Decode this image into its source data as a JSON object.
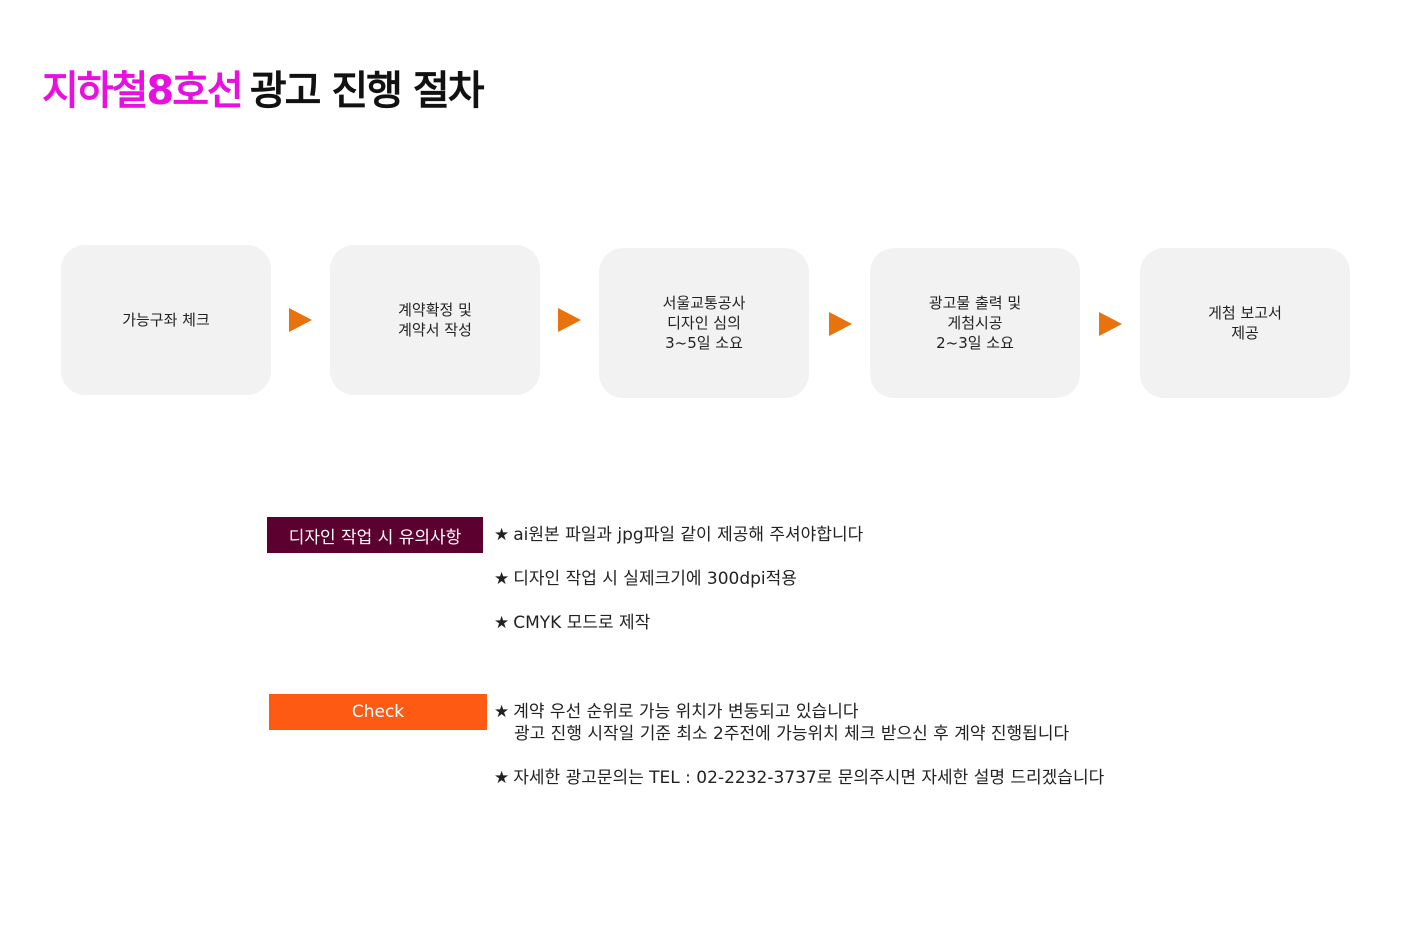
{
  "title": {
    "accent": "지하철8호선",
    "rest": "광고 진행 절차"
  },
  "colors": {
    "accent": "#e80fe0",
    "arrow": "#e8720c",
    "design_tag": "#5c0030",
    "check_tag": "#ff5a14",
    "step_bg": "#f2f2f2"
  },
  "steps": [
    {
      "label": "가능구좌 체크"
    },
    {
      "label": "계약확정 및\n계약서 작성"
    },
    {
      "label": "서울교통공사\n 디자인 심의\n3~5일 소요"
    },
    {
      "label": "광고물 출력 및\n게첨시공\n2~3일 소요"
    },
    {
      "label": "게첨 보고서\n제공"
    }
  ],
  "design_section": {
    "tag": "디자인 작업 시 유의사항",
    "notes": [
      {
        "star": "★",
        "text": "ai원본 파일과 jpg파일 같이 제공해 주셔야합니다"
      },
      {
        "star": "★",
        "text": "디자인 작업 시 실제크기에 300dpi적용"
      },
      {
        "star": "★",
        "text": "CMYK 모드로 제작"
      }
    ]
  },
  "check_section": {
    "tag": "Check",
    "notes": [
      {
        "star": "★",
        "text": "계약 우선 순위로 가능 위치가 변동되고 있습니다",
        "line2": "광고 진행 시작일 기준 최소 2주전에 가능위치 체크 받으신 후 계약 진행됩니다"
      },
      {
        "star": "★",
        "text": "자세한 광고문의는 TEL : 02-2232-3737로 문의주시면 자세한 설명 드리겠습니다"
      }
    ]
  }
}
